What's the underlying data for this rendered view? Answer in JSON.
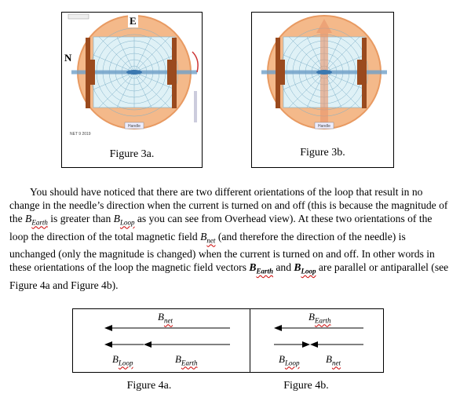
{
  "figures_top": {
    "fig3a": {
      "caption": "Figure 3a.",
      "letter_east": "E",
      "letter_north": "N",
      "handle_label": "Handle",
      "tiny_label": "NET 9 2019"
    },
    "fig3b": {
      "caption": "Figure 3b.",
      "handle_label": "Handle"
    }
  },
  "paragraph": {
    "t1": "You should have noticed that there are two different orientations of the loop that result in no change in the needle’s direction when the current is turned on and off (this is because the magnitude of the ",
    "b_earth_main": "B",
    "b_earth_sub": "Earth",
    "t2": " is greater than ",
    "b_loop_main": "B",
    "b_loop_sub": "Loop",
    "t3": " as you can see from Overhead view). At these two orientations of the loop the direction of the total magnetic field ",
    "b_net_main": "B",
    "b_net_sub": "net",
    "t4": " (and therefore the direction of the needle) is unchanged (only the magnitude is changed) when the current is turned on and off. In other words in these orientations of the loop the magnetic field vectors ",
    "bb_earth_main": "B",
    "bb_earth_sub": "Earth",
    "t5": " and ",
    "bb_loop_main": "B",
    "bb_loop_sub": "Loop",
    "t6": " are parallel or antiparallel (see Figure 4a and Figure 4b)."
  },
  "figure4": {
    "a": {
      "caption": "Figure 4a.",
      "net_main": "B",
      "net_sub": "net",
      "loop_main": "B",
      "loop_sub": "Loop",
      "earth_main": "B",
      "earth_sub": "Earth"
    },
    "b": {
      "caption": "Figure 4b.",
      "earth_main": "B",
      "earth_sub": "Earth",
      "loop_main": "B",
      "loop_sub": "Loop",
      "net_main": "B",
      "net_sub": "net"
    }
  },
  "colors": {
    "dial": "#f4b98a",
    "dial_edge": "#e89a62",
    "grid_bg": "#dff1f6",
    "grid_line": "#7fb0c8",
    "coil": "#9a4a1e",
    "needle": "#6fa0c8"
  }
}
